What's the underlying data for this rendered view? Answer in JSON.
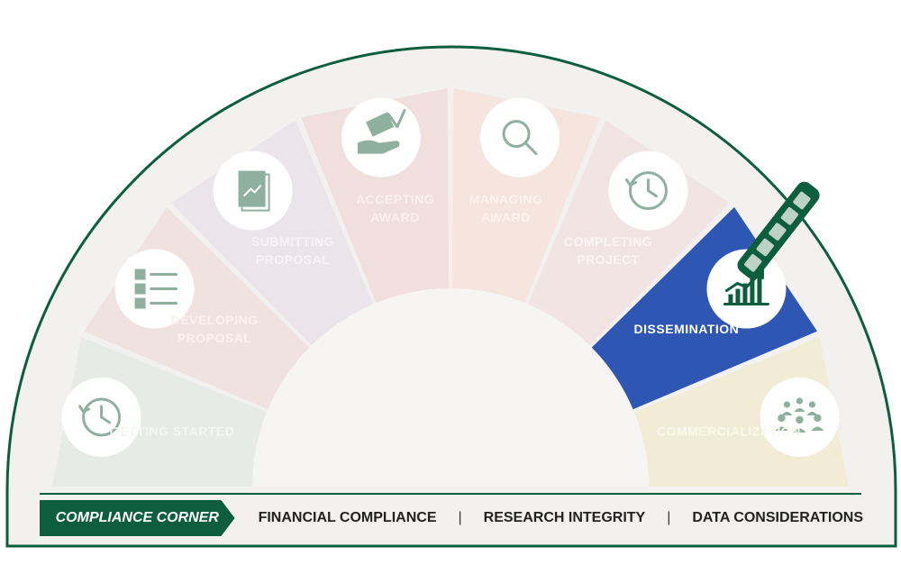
{
  "segments": [
    {
      "id": "getting-started",
      "lines": [
        "GETTING STARTED"
      ],
      "icon": "clock-icon",
      "active": false,
      "fill": "#e6ebe6",
      "text_color": "#f3f6f3"
    },
    {
      "id": "developing-proposal",
      "lines": [
        "DEVELOPING",
        "PROPOSAL"
      ],
      "icon": "checklist-icon",
      "active": false,
      "fill": "#f0e3df",
      "text_color": "#faf2f0"
    },
    {
      "id": "submitting-proposal",
      "lines": [
        "SUBMITTING",
        "PROPOSAL"
      ],
      "icon": "document-chart-icon",
      "active": false,
      "fill": "#ebe4ea",
      "text_color": "#f7f3f6"
    },
    {
      "id": "accepting-award",
      "lines": [
        "ACCEPTING",
        "AWARD"
      ],
      "icon": "money-hand-icon",
      "active": false,
      "fill": "#f0dfdc",
      "text_color": "#faf1ef"
    },
    {
      "id": "managing-award",
      "lines": [
        "MANAGING",
        "AWARD"
      ],
      "icon": "magnifier-icon",
      "active": false,
      "fill": "#f6e4de",
      "text_color": "#fcf3f0"
    },
    {
      "id": "completing-project",
      "lines": [
        "COMPLETING",
        "PROJECT"
      ],
      "icon": "clock-icon",
      "active": false,
      "fill": "#f0e5e3",
      "text_color": "#faf4f3"
    },
    {
      "id": "dissemination",
      "lines": [
        "DISSEMINATION"
      ],
      "icon": "bar-chart-growth-icon",
      "active": true,
      "fill": "#2f56b3",
      "text_color": "#ffffff"
    },
    {
      "id": "commercialization",
      "lines": [
        "COMMERCIALIZATION"
      ],
      "icon": "people-group-icon",
      "active": false,
      "fill": "#f2ecd6",
      "text_color": "#faf7ec"
    }
  ],
  "indicator": {
    "icon": "train-indicator-icon",
    "color": "#0d5e3f"
  },
  "colors": {
    "outline": "#0d5e3f",
    "background": "#f2f1ef",
    "inner": "#f6f5f3",
    "icon_fill": "#8fb09f",
    "active_icon": "#0d5e3f"
  },
  "bottom_nav": {
    "compliance_corner": "COMPLIANCE CORNER",
    "links": [
      "FINANCIAL COMPLIANCE",
      "RESEARCH INTEGRITY",
      "DATA CONSIDERATIONS"
    ],
    "separator": "|"
  }
}
